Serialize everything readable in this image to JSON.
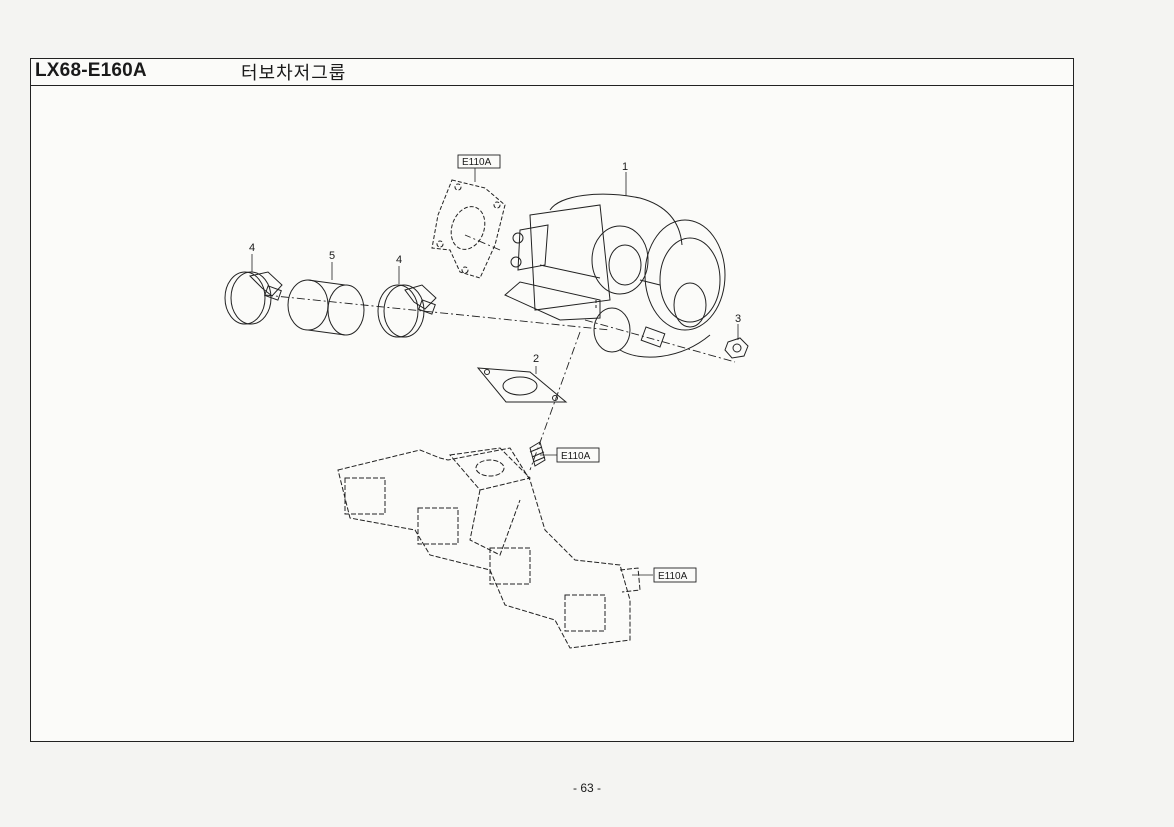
{
  "header": {
    "code": "LX68-E160A",
    "title": "터보차저그룹"
  },
  "callouts": {
    "turbocharger": "1",
    "gasket": "2",
    "nut": "3",
    "clamp_left": "4",
    "hose": "5",
    "clamp_right": "4"
  },
  "references": {
    "top_gasket_ref": "E110A",
    "stud_ref": "E110A",
    "manifold_ref": "E110A"
  },
  "footer": {
    "page_number": "- 63 -"
  }
}
